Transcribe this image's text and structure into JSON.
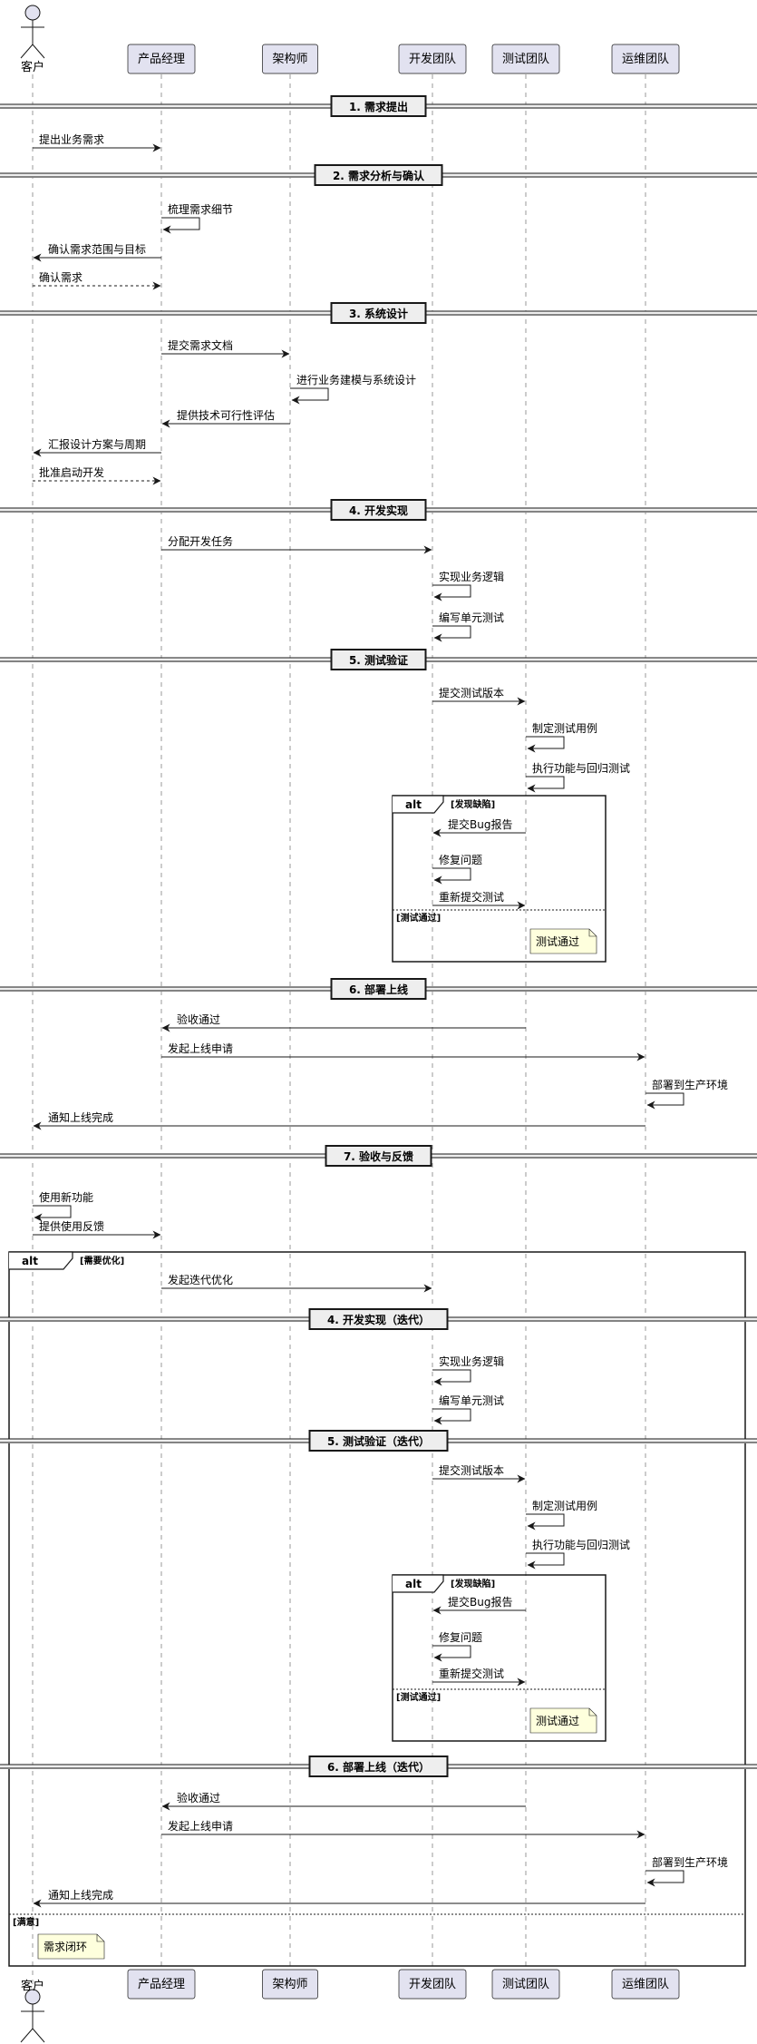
{
  "participants": [
    {
      "id": "customer",
      "label": "客户",
      "kind": "actor"
    },
    {
      "id": "pm",
      "label": "产品经理",
      "kind": "box"
    },
    {
      "id": "architect",
      "label": "架构师",
      "kind": "box"
    },
    {
      "id": "dev",
      "label": "开发团队",
      "kind": "box"
    },
    {
      "id": "qa",
      "label": "测试团队",
      "kind": "box"
    },
    {
      "id": "ops",
      "label": "运维团队",
      "kind": "box"
    }
  ],
  "dividers": [
    {
      "id": "d1",
      "label": "1. 需求提出"
    },
    {
      "id": "d2",
      "label": "2. 需求分析与确认"
    },
    {
      "id": "d3",
      "label": "3. 系统设计"
    },
    {
      "id": "d4",
      "label": "4. 开发实现"
    },
    {
      "id": "d5",
      "label": "5. 测试验证"
    },
    {
      "id": "d6",
      "label": "6. 部署上线"
    },
    {
      "id": "d7",
      "label": "7. 验收与反馈"
    },
    {
      "id": "d8",
      "label": "4. 开发实现（迭代）"
    },
    {
      "id": "d9",
      "label": "5. 测试验证（迭代）"
    },
    {
      "id": "d10",
      "label": "6. 部署上线（迭代）"
    }
  ],
  "messages": [
    {
      "id": "m1",
      "from": "customer",
      "to": "pm",
      "label": "提出业务需求",
      "style": "solid"
    },
    {
      "id": "m2",
      "from": "pm",
      "to": "pm",
      "label": "梳理需求细节",
      "style": "solid"
    },
    {
      "id": "m3",
      "from": "pm",
      "to": "customer",
      "label": "确认需求范围与目标",
      "style": "solid"
    },
    {
      "id": "m4",
      "from": "customer",
      "to": "pm",
      "label": "确认需求",
      "style": "dashed"
    },
    {
      "id": "m5",
      "from": "pm",
      "to": "architect",
      "label": "提交需求文档",
      "style": "solid"
    },
    {
      "id": "m6",
      "from": "architect",
      "to": "architect",
      "label": "进行业务建模与系统设计",
      "style": "solid"
    },
    {
      "id": "m7",
      "from": "architect",
      "to": "pm",
      "label": "提供技术可行性评估",
      "style": "solid"
    },
    {
      "id": "m8",
      "from": "pm",
      "to": "customer",
      "label": "汇报设计方案与周期",
      "style": "solid"
    },
    {
      "id": "m9",
      "from": "customer",
      "to": "pm",
      "label": "批准启动开发",
      "style": "dashed"
    },
    {
      "id": "m10",
      "from": "pm",
      "to": "dev",
      "label": "分配开发任务",
      "style": "solid"
    },
    {
      "id": "m11",
      "from": "dev",
      "to": "dev",
      "label": "实现业务逻辑",
      "style": "solid"
    },
    {
      "id": "m12",
      "from": "dev",
      "to": "dev",
      "label": "编写单元测试",
      "style": "solid"
    },
    {
      "id": "m13",
      "from": "dev",
      "to": "qa",
      "label": "提交测试版本",
      "style": "solid"
    },
    {
      "id": "m14",
      "from": "qa",
      "to": "qa",
      "label": "制定测试用例",
      "style": "solid"
    },
    {
      "id": "m15",
      "from": "qa",
      "to": "qa",
      "label": "执行功能与回归测试",
      "style": "solid"
    },
    {
      "id": "m16",
      "from": "qa",
      "to": "dev",
      "label": "提交Bug报告",
      "style": "solid"
    },
    {
      "id": "m17",
      "from": "dev",
      "to": "dev",
      "label": "修复问题",
      "style": "solid"
    },
    {
      "id": "m18",
      "from": "dev",
      "to": "qa",
      "label": "重新提交测试",
      "style": "solid"
    },
    {
      "id": "m19",
      "from": "qa",
      "to": "pm",
      "label": "验收通过",
      "style": "solid"
    },
    {
      "id": "m20",
      "from": "pm",
      "to": "ops",
      "label": "发起上线申请",
      "style": "solid"
    },
    {
      "id": "m21",
      "from": "ops",
      "to": "ops",
      "label": "部署到生产环境",
      "style": "solid"
    },
    {
      "id": "m22",
      "from": "ops",
      "to": "customer",
      "label": "通知上线完成",
      "style": "solid"
    },
    {
      "id": "m23",
      "from": "customer",
      "to": "customer",
      "label": "使用新功能",
      "style": "solid"
    },
    {
      "id": "m24",
      "from": "customer",
      "to": "pm",
      "label": "提供使用反馈",
      "style": "solid"
    },
    {
      "id": "m25",
      "from": "pm",
      "to": "dev",
      "label": "发起迭代优化",
      "style": "solid"
    },
    {
      "id": "m26",
      "from": "dev",
      "to": "dev",
      "label": "实现业务逻辑",
      "style": "solid"
    },
    {
      "id": "m27",
      "from": "dev",
      "to": "dev",
      "label": "编写单元测试",
      "style": "solid"
    },
    {
      "id": "m28",
      "from": "dev",
      "to": "qa",
      "label": "提交测试版本",
      "style": "solid"
    },
    {
      "id": "m29",
      "from": "qa",
      "to": "qa",
      "label": "制定测试用例",
      "style": "solid"
    },
    {
      "id": "m30",
      "from": "qa",
      "to": "qa",
      "label": "执行功能与回归测试",
      "style": "solid"
    },
    {
      "id": "m31",
      "from": "qa",
      "to": "dev",
      "label": "提交Bug报告",
      "style": "solid"
    },
    {
      "id": "m32",
      "from": "dev",
      "to": "dev",
      "label": "修复问题",
      "style": "solid"
    },
    {
      "id": "m33",
      "from": "dev",
      "to": "qa",
      "label": "重新提交测试",
      "style": "solid"
    },
    {
      "id": "m34",
      "from": "qa",
      "to": "pm",
      "label": "验收通过",
      "style": "solid"
    },
    {
      "id": "m35",
      "from": "pm",
      "to": "ops",
      "label": "发起上线申请",
      "style": "solid"
    },
    {
      "id": "m36",
      "from": "ops",
      "to": "ops",
      "label": "部署到生产环境",
      "style": "solid"
    },
    {
      "id": "m37",
      "from": "ops",
      "to": "customer",
      "label": "通知上线完成",
      "style": "solid"
    }
  ],
  "fragments": [
    {
      "id": "f1",
      "keyword": "alt",
      "condition": "[发现缺陷]",
      "else_condition": "[测试通过]"
    },
    {
      "id": "f2",
      "keyword": "alt",
      "condition": "[需要优化]",
      "else_condition": "[满意]"
    },
    {
      "id": "f3",
      "keyword": "alt",
      "condition": "[发现缺陷]",
      "else_condition": "[测试通过]"
    }
  ],
  "notes": [
    {
      "id": "n1",
      "text": "测试通过"
    },
    {
      "id": "n2",
      "text": "测试通过"
    },
    {
      "id": "n3",
      "text": "需求闭环"
    }
  ],
  "colors": {
    "participant_fill": "#E2E2F0",
    "participant_border": "#181818",
    "line": "#181818",
    "lifeline": "#999999",
    "note_fill": "#FEFFDD",
    "text": "#000000",
    "divider_fill": "#EEEEEE"
  }
}
